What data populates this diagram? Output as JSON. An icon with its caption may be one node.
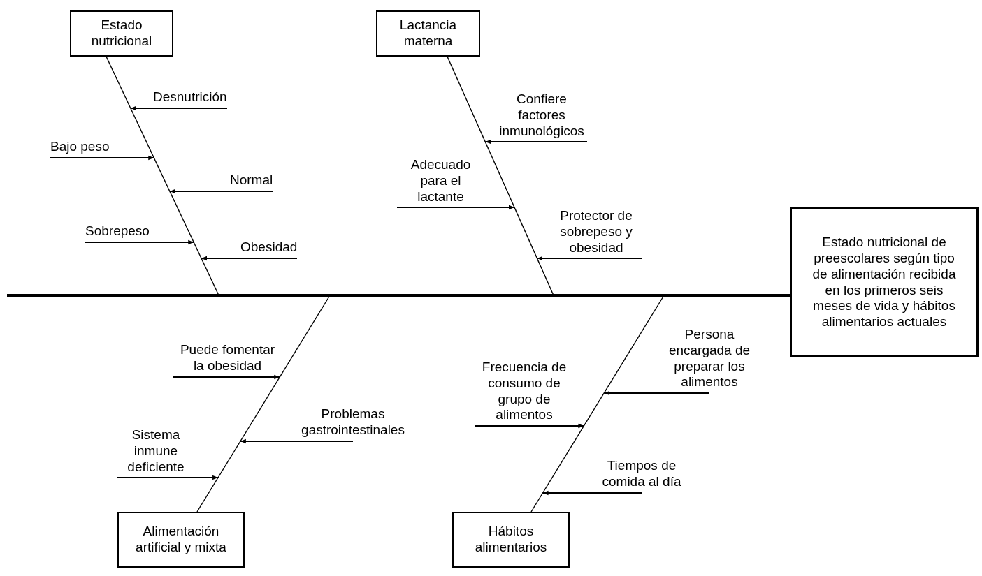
{
  "diagram": {
    "nodes": [
      {
        "text": [
          "Estado nutricional"
        ]
      },
      {
        "text": [],
        "shape": "bar"
      },
      {
        "text": [
          "Desnutrición"
        ]
      },
      {
        "text": [
          "Bajo peso"
        ]
      },
      {
        "text": [
          "Normal"
        ]
      },
      {
        "text": [
          "Sobrepeso"
        ]
      },
      {
        "text": [
          "Obesidad"
        ]
      },
      {
        "text": [
          "Lactancia materna"
        ]
      },
      {
        "text": [],
        "shape": "bar"
      },
      {
        "text": [
          "Confiere factores inmunológicos"
        ]
      },
      {
        "text": [
          "Adecuado para el lactante"
        ]
      },
      {
        "text": [
          "Protector de sobrepeso y obesidad"
        ]
      },
      {
        "text": [
          "Estado nutricional de preescolares según tipo de alimentación recibida en los primeros seis meses de vida y hábitos alimentarios actuales"
        ]
      },
      {
        "text": [
          "Puede fomentar la obesidad"
        ]
      },
      {
        "text": [
          "Problemas gastrointestinales"
        ]
      },
      {
        "text": [
          "Sistema inmune deficiente"
        ]
      },
      {
        "text": [
          "Persona encargada de preparar los alimentos"
        ]
      },
      {
        "text": [
          "Frecuencia de consumo de grupo de alimentos"
        ]
      },
      {
        "text": [
          "Tiempos de comida al día"
        ]
      },
      {
        "text": [],
        "shape": "bar"
      },
      {
        "text": [],
        "shape": "bar"
      },
      {
        "text": [
          "Alimentación artificial y mixta"
        ]
      },
      {
        "text": [
          "Hábitos alimentarios"
        ]
      }
    ],
    "edges": [
      {
        "from": 1,
        "to": 12,
        "arrow": "none"
      },
      {
        "from": 2,
        "to": 1,
        "arrow": "to"
      },
      {
        "from": 3,
        "to": 1,
        "arrow": "to"
      },
      {
        "from": 4,
        "to": 1,
        "arrow": "to"
      },
      {
        "from": 5,
        "to": 1,
        "arrow": "to"
      },
      {
        "from": 6,
        "to": 1,
        "arrow": "to"
      },
      {
        "from": 8,
        "to": 12,
        "arrow": "none"
      },
      {
        "from": 9,
        "to": 8,
        "arrow": "to"
      },
      {
        "from": 10,
        "to": 8,
        "arrow": "to"
      },
      {
        "from": 11,
        "to": 8,
        "arrow": "to"
      },
      {
        "from": 19,
        "to": 12,
        "arrow": "none"
      },
      {
        "from": 13,
        "to": 19,
        "arrow": "to"
      },
      {
        "from": 14,
        "to": 19,
        "arrow": "to"
      },
      {
        "from": 15,
        "to": 19,
        "arrow": "to"
      },
      {
        "from": 20,
        "to": 12,
        "arrow": "none"
      },
      {
        "from": 16,
        "to": 20,
        "arrow": "to"
      },
      {
        "from": 17,
        "to": 20,
        "arrow": "to"
      },
      {
        "from": 18,
        "to": 20,
        "arrow": "to"
      }
    ]
  }
}
